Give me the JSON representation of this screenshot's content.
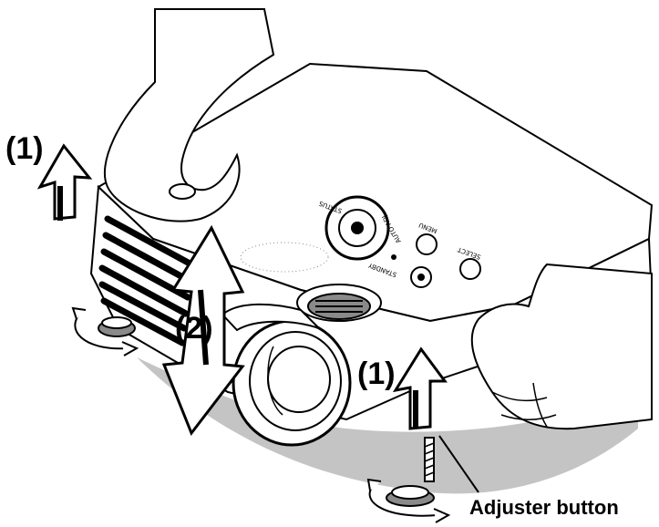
{
  "diagram": {
    "callouts": {
      "step1_left": "(1)",
      "step1_right": "(1)",
      "step2": "(2)",
      "adjuster_button": "Adjuster button"
    },
    "panel_labels": {
      "standby": "STANDBY",
      "menu": "MENU",
      "select": "SELECT",
      "auto_adj": "AUTO ADJ",
      "status": "STATUS"
    },
    "colors": {
      "ink": "#000000",
      "shadow": "#c4c4c4",
      "shade": "#8a8a8a",
      "body": "#ffffff"
    }
  }
}
